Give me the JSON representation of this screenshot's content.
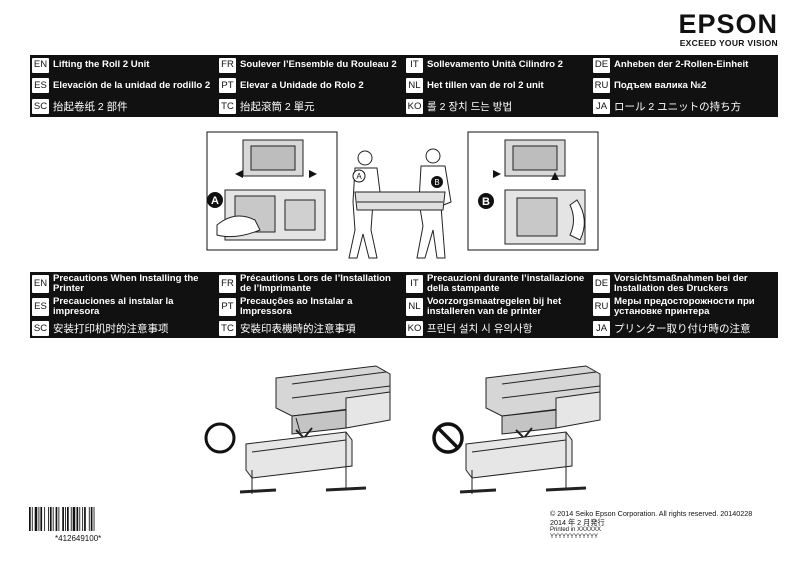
{
  "brand": {
    "name": "EPSON",
    "tagline": "EXCEED YOUR VISION"
  },
  "section1": [
    {
      "code": "EN",
      "text": "Lifting the Roll 2 Unit"
    },
    {
      "code": "FR",
      "text": "Soulever l’Ensemble du Rouleau 2"
    },
    {
      "code": "IT",
      "text": "Sollevamento Unità Cilindro 2"
    },
    {
      "code": "DE",
      "text": "Anheben der 2-Rollen-Einheit"
    },
    {
      "code": "ES",
      "text": "Elevación de la unidad de rodillo 2"
    },
    {
      "code": "PT",
      "text": "Elevar a Unidade do Rolo 2"
    },
    {
      "code": "NL",
      "text": "Het tillen van de rol 2 unit"
    },
    {
      "code": "RU",
      "text": "Подъем валика №2"
    },
    {
      "code": "SC",
      "text": "抬起卷纸 2 部件"
    },
    {
      "code": "TC",
      "text": "抬起滾筒 2 單元"
    },
    {
      "code": "KO",
      "text": "롤 2 장치 드는 방법"
    },
    {
      "code": "JA",
      "text": "ロール 2 ユニットの持ち方"
    }
  ],
  "section2": [
    {
      "code": "EN",
      "text": "Precautions When Installing the Printer"
    },
    {
      "code": "FR",
      "text": "Précautions Lors de l’Installation de l’Imprimante"
    },
    {
      "code": "IT",
      "text": "Precauzioni durante l’installazione della stampante"
    },
    {
      "code": "DE",
      "text": "Vorsichtsmaßnahmen bei der Installation des Druckers"
    },
    {
      "code": "ES",
      "text": "Precauciones al instalar la impresora"
    },
    {
      "code": "PT",
      "text": "Precauções ao Instalar a Impressora"
    },
    {
      "code": "NL",
      "text": "Voorzorgsmaatregelen bij het installeren van de printer"
    },
    {
      "code": "RU",
      "text": "Меры предосторожности при установке принтера"
    },
    {
      "code": "SC",
      "text": "安装打印机时的注意事项"
    },
    {
      "code": "TC",
      "text": "安裝印表機時的注意事項"
    },
    {
      "code": "KO",
      "text": "프린터 설치 시 유의사항"
    },
    {
      "code": "JA",
      "text": "プリンター取り付け時の注意"
    }
  ],
  "figure1": {
    "callout_a": "A",
    "callout_b": "B"
  },
  "barcode": {
    "number": "*412649100*"
  },
  "footer": {
    "copyright": "© 2014 Seiko Epson Corporation. All rights reserved. 20140228",
    "issued": "2014 年 2 月発行",
    "printed": "Printed in XXXXXX",
    "code": "YYYYYYYYYYYY"
  },
  "colors": {
    "band": "#111111",
    "text_on_band": "#ffffff"
  }
}
